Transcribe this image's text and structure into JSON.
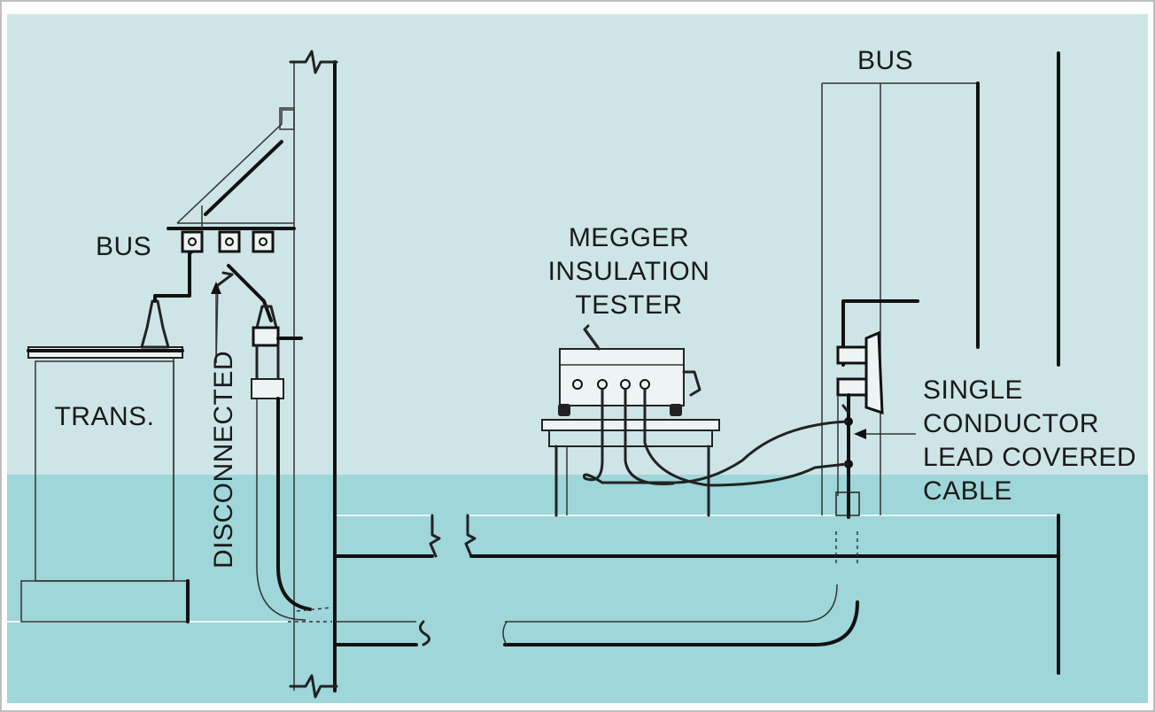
{
  "colors": {
    "sky": "#cde5e7",
    "ground": "#9ed6d9",
    "ink": "#111111",
    "border": "#bfbfbf"
  },
  "labels": {
    "bus_left": "BUS",
    "bus_right": "BUS",
    "megger": [
      "MEGGER",
      "INSULATION",
      "TESTER"
    ],
    "trans": "TRANS.",
    "disconnected": "DISCONNECTED",
    "cable": [
      "SINGLE",
      "CONDUCTOR",
      "LEAD COVERED",
      "CABLE"
    ]
  }
}
